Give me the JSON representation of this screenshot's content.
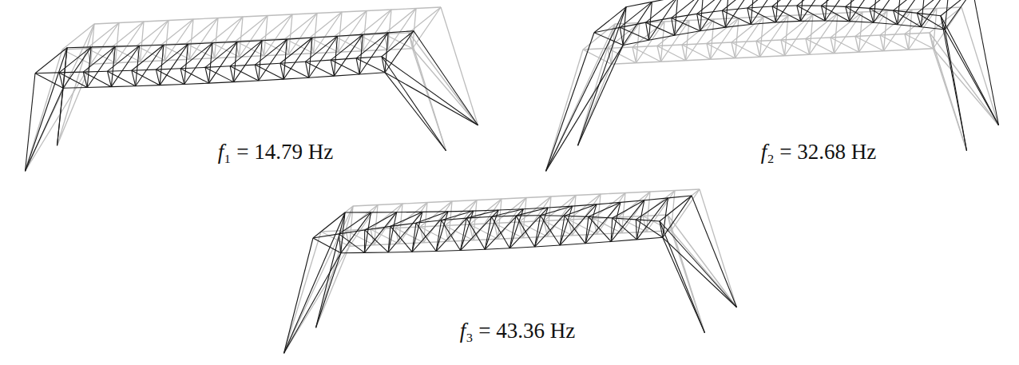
{
  "diagram": {
    "labels": [
      "f₁ = 14.79 Hz",
      "f₂ = 32.68 Hz",
      "f₃ = 43.36 Hz"
    ]
  }
}
